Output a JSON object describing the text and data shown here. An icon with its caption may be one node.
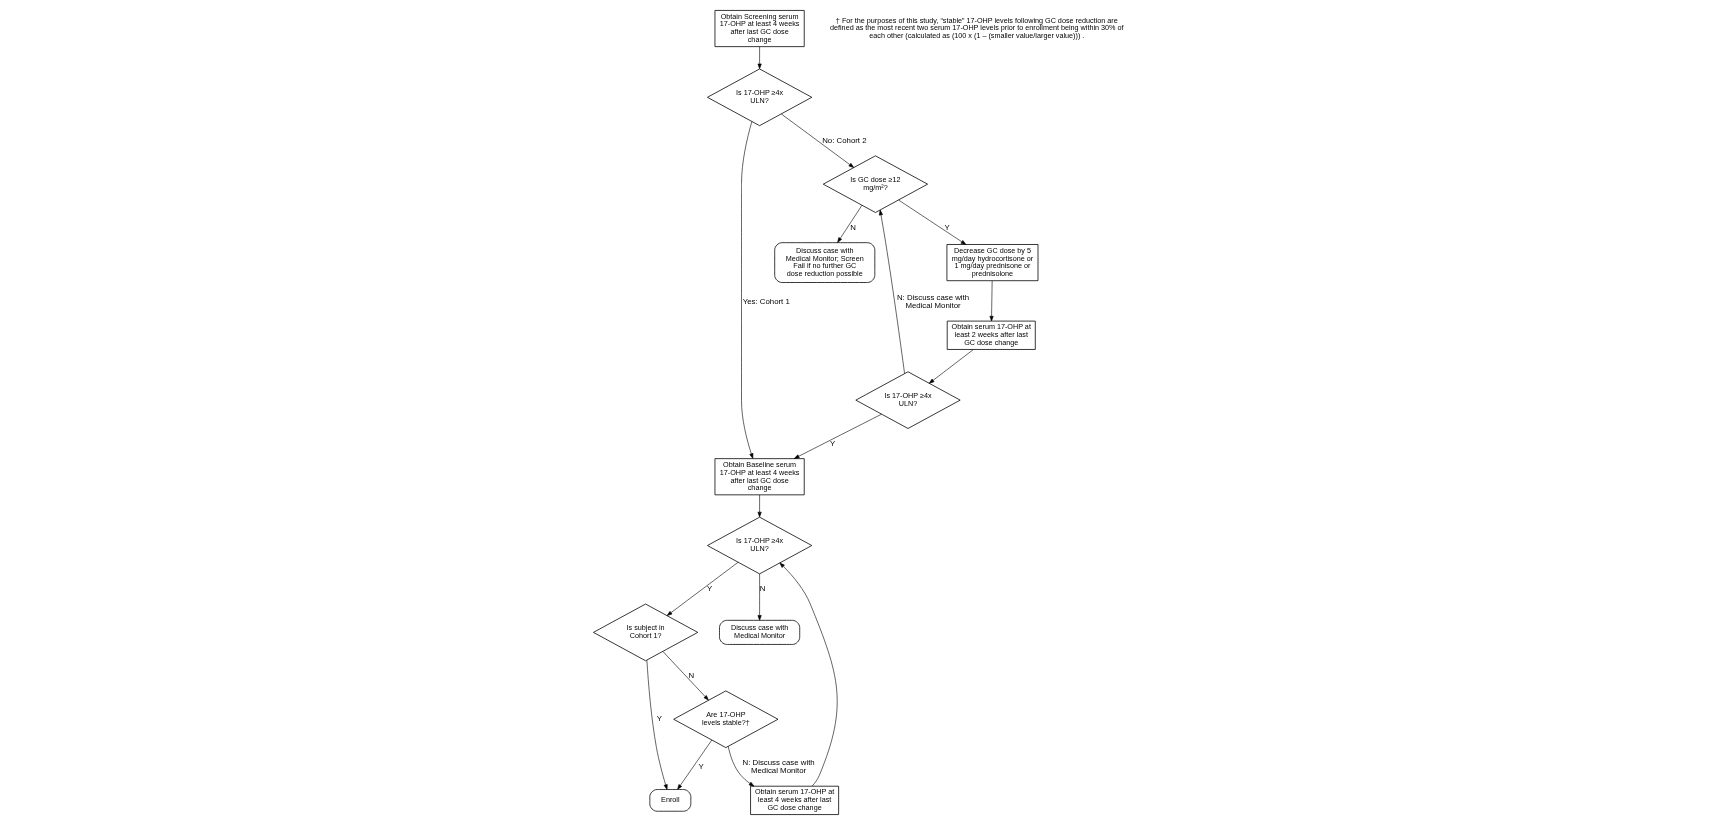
{
  "diagram": {
    "nodes": [
      {
        "text": [
          "Obtain Screening serum 17-OHP at least 4 weeks after last GC dose change"
        ]
      },
      {
        "text": [
          "Is 17-OHP ≥4x ULN?"
        ]
      },
      {
        "text": [
          "Obtain Baseline serum 17-OHP at least 4 weeks after last GC dose change"
        ]
      },
      {
        "text": [
          "Is 17-OHP ≥4x ULN?"
        ]
      },
      {
        "text": [
          "Is subject in Cohort 1?"
        ]
      },
      {
        "text": [
          "Is GC dose ≥12 mg/m²?"
        ]
      },
      {
        "text": [
          "Decrease GC dose by 5 mg/day hydrocortisone or 1 mg/day prednisone or prednisolone"
        ]
      },
      {
        "text": [
          "Discuss case with Medical Monitor"
        ]
      },
      {
        "text": [
          "Are 17-OHP levels stable?†"
        ]
      },
      {
        "text": [
          "Discuss case with Medical Monitor; Screen Fail if no further GC dose reduction possible"
        ]
      },
      {
        "text": [
          "Obtain serum 17-OHP at least 2 weeks after last GC dose change"
        ]
      },
      {
        "text": [
          "Obtain serum 17-OHP at least 4 weeks after last GC dose change"
        ]
      },
      {
        "text": [
          "Enroll"
        ]
      },
      {
        "text": [
          "Is 17-OHP ≥4x ULN?"
        ]
      }
    ],
    "edges": [
      {
        "from": 0,
        "to": 1,
        "arrow": "to"
      },
      {
        "from": 1,
        "to": 2,
        "arrow": "to",
        "label": "Yes: Cohort 1"
      },
      {
        "from": 1,
        "to": 5,
        "arrow": "to",
        "label": "No: Cohort 2"
      },
      {
        "from": 5,
        "to": 6,
        "arrow": "to",
        "label": "Y"
      },
      {
        "from": 5,
        "to": 9,
        "arrow": "to",
        "label": "N"
      },
      {
        "from": 6,
        "to": 10,
        "arrow": "to"
      },
      {
        "from": 10,
        "to": 13,
        "arrow": "to"
      },
      {
        "from": 13,
        "to": 2,
        "arrow": "to",
        "label": "Y"
      },
      {
        "from": 13,
        "to": 5,
        "arrow": "to",
        "label": "N: Discuss case with Medical Monitor"
      },
      {
        "from": 2,
        "to": 3,
        "arrow": "to"
      },
      {
        "from": 3,
        "to": 4,
        "arrow": "to",
        "label": "Y"
      },
      {
        "from": 3,
        "to": 7,
        "arrow": "to",
        "label": "N"
      },
      {
        "from": 4,
        "to": 12,
        "arrow": "to",
        "label": "Y"
      },
      {
        "from": 4,
        "to": 8,
        "arrow": "to",
        "label": "N"
      },
      {
        "from": 8,
        "to": 12,
        "arrow": "to",
        "label": "Y"
      },
      {
        "from": 8,
        "to": 11,
        "arrow": "to",
        "label": "N: Discuss case with Medical Monitor"
      },
      {
        "from": 11,
        "to": 3,
        "arrow": "to"
      }
    ],
    "labels": [
      "† For the purposes of this study, “stable” 17-OHP levels following GC dose reduction are defined as the most recent two serum 17-OHP levels prior to enrollment being within 30% of each other (calculated as (100 x (1 – (smaller value/larger value))) ."
    ]
  }
}
